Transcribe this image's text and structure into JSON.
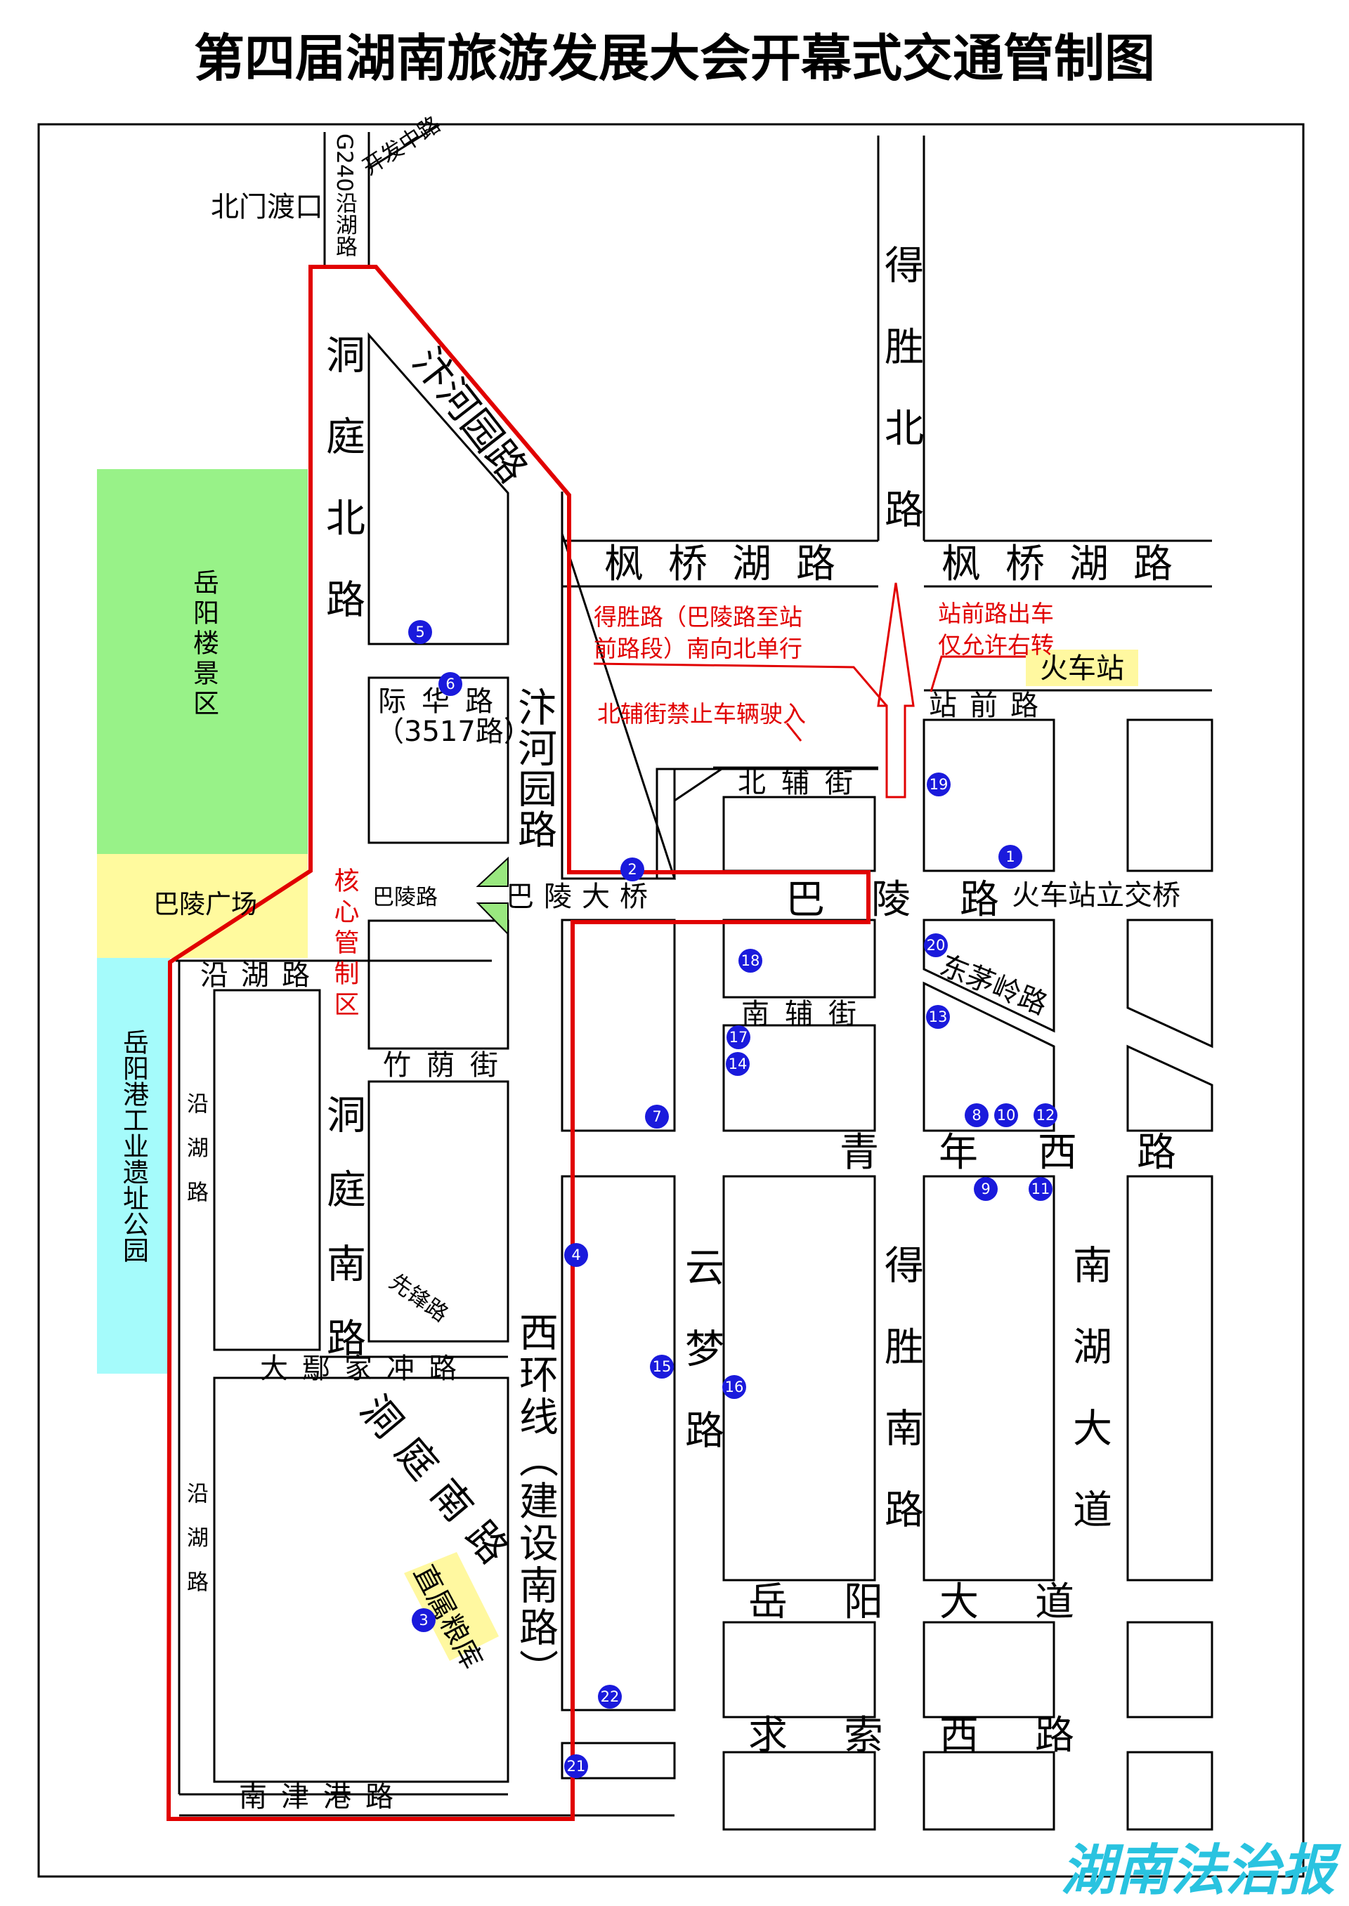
{
  "title": "第四届湖南旅游发展大会开幕式交通管制图",
  "areas": {
    "yueyanglou": "岳阳楼景区",
    "baling_square": "巴陵广场",
    "port_park": "岳阳港工业遗址公园",
    "core_zone": "核心管制区"
  },
  "roads": {
    "g240": "G240沿湖路",
    "kaifazhong": "开发中路",
    "beimen_ferry": "北门渡口",
    "dongting_north": "洞庭北路",
    "bianheyuan_diag": "汴河园路",
    "bianheyuan_vert": "汴河园路",
    "deshengbei": "得胜北路",
    "fengqiaohu_left": "枫桥湖路",
    "fengqiaohu_right": "枫桥湖路",
    "zhanqian": "站前路",
    "beifu": "北辅街",
    "jihua": "际华路",
    "jihua_sub": "（3517路）",
    "baling_road_small": "巴陵路",
    "baling_bridge": "巴陵大桥",
    "baling_big_1": "巴",
    "baling_big_2": "陵",
    "baling_big_3": "路",
    "station_overpass": "火车站立交桥",
    "yanhu_top": "沿湖路",
    "yanhu_mid": "沿湖路",
    "yanhu_bottom": "沿湖路",
    "nanfu": "南辅街",
    "dongmaoling": "东茅岭路",
    "zhuyin": "竹荫街",
    "qingnianxi": "青年西路",
    "dongting_south_v": "洞庭南路",
    "xianfeng": "先锋路",
    "xihuan": "西环线（建设南路）",
    "yunmeng": "云梦路",
    "deshengnan": "得胜南路",
    "nanhu": "南湖大道",
    "dazoujiachong": "大鄢家冲路",
    "dongting_south_diag": "洞庭南路",
    "yueyang_avenue": "岳阳大道",
    "qiusuoxi": "求索西路",
    "nanjingang": "南津港路"
  },
  "pois": {
    "station": "火车站",
    "granary": "直属粮库"
  },
  "notices": {
    "desheng_line1": "得胜路（巴陵路至站",
    "desheng_line2": "前路段）南向北单行",
    "station_exit_line1": "站前路出车",
    "station_exit_line2": "仅允许右转",
    "beifu_ban": "北辅街禁止车辆驶入"
  },
  "markers": [
    {
      "n": "1"
    },
    {
      "n": "2"
    },
    {
      "n": "3"
    },
    {
      "n": "4"
    },
    {
      "n": "5"
    },
    {
      "n": "6"
    },
    {
      "n": "7"
    },
    {
      "n": "8"
    },
    {
      "n": "9"
    },
    {
      "n": "10"
    },
    {
      "n": "11"
    },
    {
      "n": "12"
    },
    {
      "n": "13"
    },
    {
      "n": "14"
    },
    {
      "n": "15"
    },
    {
      "n": "16"
    },
    {
      "n": "17"
    },
    {
      "n": "18"
    },
    {
      "n": "19"
    },
    {
      "n": "20"
    },
    {
      "n": "21"
    },
    {
      "n": "22"
    }
  ],
  "watermark": "湖南法治报",
  "colors": {
    "control_line": "#e10000",
    "marker": "#1a1adc",
    "scenic_green": "#98f288",
    "square_yellow": "#fffa9e",
    "park_cyan": "#a5fbfb",
    "poi_highlight": "#fff8a0",
    "watermark": "#29c3e0"
  }
}
